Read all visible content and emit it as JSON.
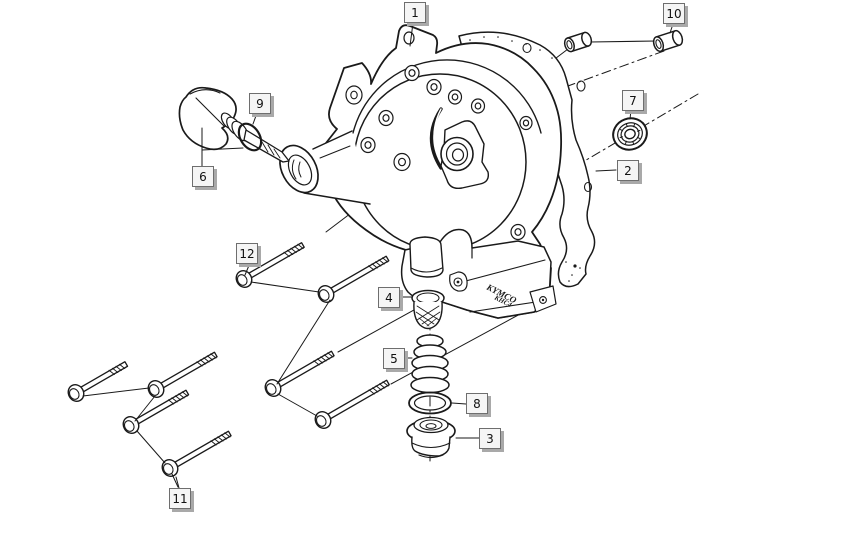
{
  "diagram": {
    "type": "exploded-parts-diagram",
    "brand": "KYMCO",
    "model_code": "KHC4",
    "line_color": "#1a1a1a",
    "background": "#ffffff",
    "label_style": {
      "bg": "#f5f5f5",
      "border": "#6e6e6e",
      "shadow": "#a9a9a9",
      "text": "#111111"
    }
  },
  "callouts": [
    {
      "number": "1"
    },
    {
      "number": "2"
    },
    {
      "number": "3"
    },
    {
      "number": "4"
    },
    {
      "number": "5"
    },
    {
      "number": "6"
    },
    {
      "number": "7"
    },
    {
      "number": "8"
    },
    {
      "number": "9"
    },
    {
      "number": "10"
    },
    {
      "number": "11"
    },
    {
      "number": "12"
    }
  ]
}
